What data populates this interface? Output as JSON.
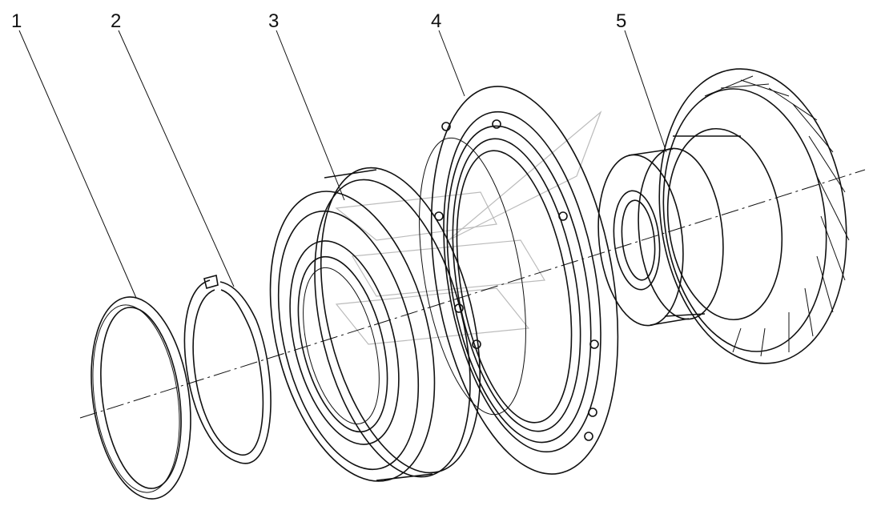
{
  "callouts": [
    {
      "label": "1"
    },
    {
      "label": "2"
    },
    {
      "label": "3"
    },
    {
      "label": "4"
    },
    {
      "label": "5"
    }
  ],
  "colors": {
    "line": "#111111",
    "background": "#ffffff",
    "watermark": "#bbbbbb"
  }
}
